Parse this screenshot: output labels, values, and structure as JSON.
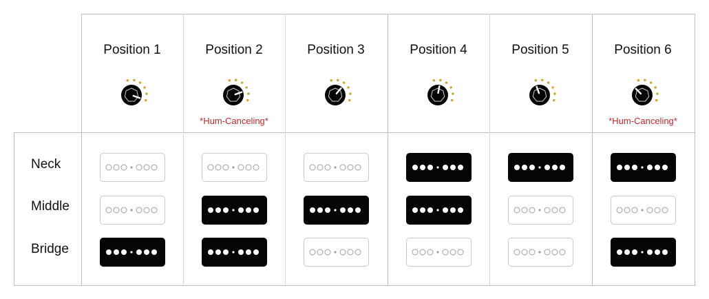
{
  "positions": [
    {
      "label": "Position 1",
      "hum": "",
      "knob_step": 0,
      "neck": false,
      "middle": false,
      "bridge": true
    },
    {
      "label": "Position 2",
      "hum": "*Hum-Canceling*",
      "knob_step": 1,
      "neck": false,
      "middle": true,
      "bridge": true
    },
    {
      "label": "Position 3",
      "hum": "",
      "knob_step": 2,
      "neck": false,
      "middle": true,
      "bridge": false
    },
    {
      "label": "Position 4",
      "hum": "",
      "knob_step": 3,
      "neck": true,
      "middle": true,
      "bridge": false
    },
    {
      "label": "Position 5",
      "hum": "",
      "knob_step": 4,
      "neck": true,
      "middle": false,
      "bridge": false
    },
    {
      "label": "Position 6",
      "hum": "*Hum-Canceling*",
      "knob_step": 5,
      "neck": true,
      "middle": false,
      "bridge": true
    }
  ],
  "rows": {
    "neck": "Neck",
    "middle": "Middle",
    "bridge": "Bridge"
  },
  "colors": {
    "active": "#050505",
    "inactive_border": "#c9c9c9",
    "hum_text": "#c62828",
    "dial_dot": "#d4a63a",
    "grid": "#bdbdbd"
  }
}
